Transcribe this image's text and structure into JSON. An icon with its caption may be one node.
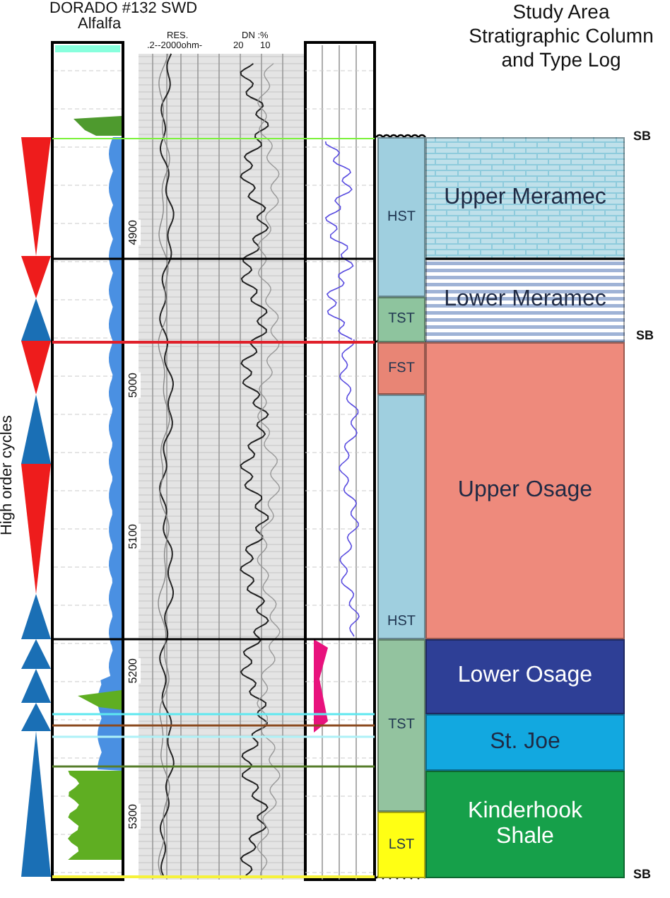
{
  "diagram": {
    "title": "Study Area Stratigraphic Column and Type Log",
    "nodes": [
      {
        "text": [
          "HST"
        ]
      },
      {
        "text": [
          "TST"
        ]
      },
      {
        "text": [
          "FST"
        ]
      },
      {
        "text": [
          "HST"
        ]
      },
      {
        "text": [
          "TST"
        ]
      },
      {
        "text": [
          "LST"
        ]
      },
      {
        "text": [
          "Upper Meramec"
        ]
      },
      {
        "text": [
          "Lower Meramec"
        ]
      },
      {
        "text": [
          "Upper Osage"
        ]
      },
      {
        "text": [
          "Lower Osage"
        ]
      },
      {
        "text": [
          "St. Joe"
        ]
      },
      {
        "text": [
          "Kinderhook Shale"
        ]
      }
    ],
    "edges": [],
    "labels": [
      "DORADO #132 SWD",
      "Alfalfa",
      "RES.",
      ".2--2000ohm-",
      "DN :%",
      "20",
      "10",
      "SB",
      "SB",
      "4900",
      "5000",
      "5100",
      "5200",
      "5300",
      "High order cycles",
      "SB"
    ]
  }
}
